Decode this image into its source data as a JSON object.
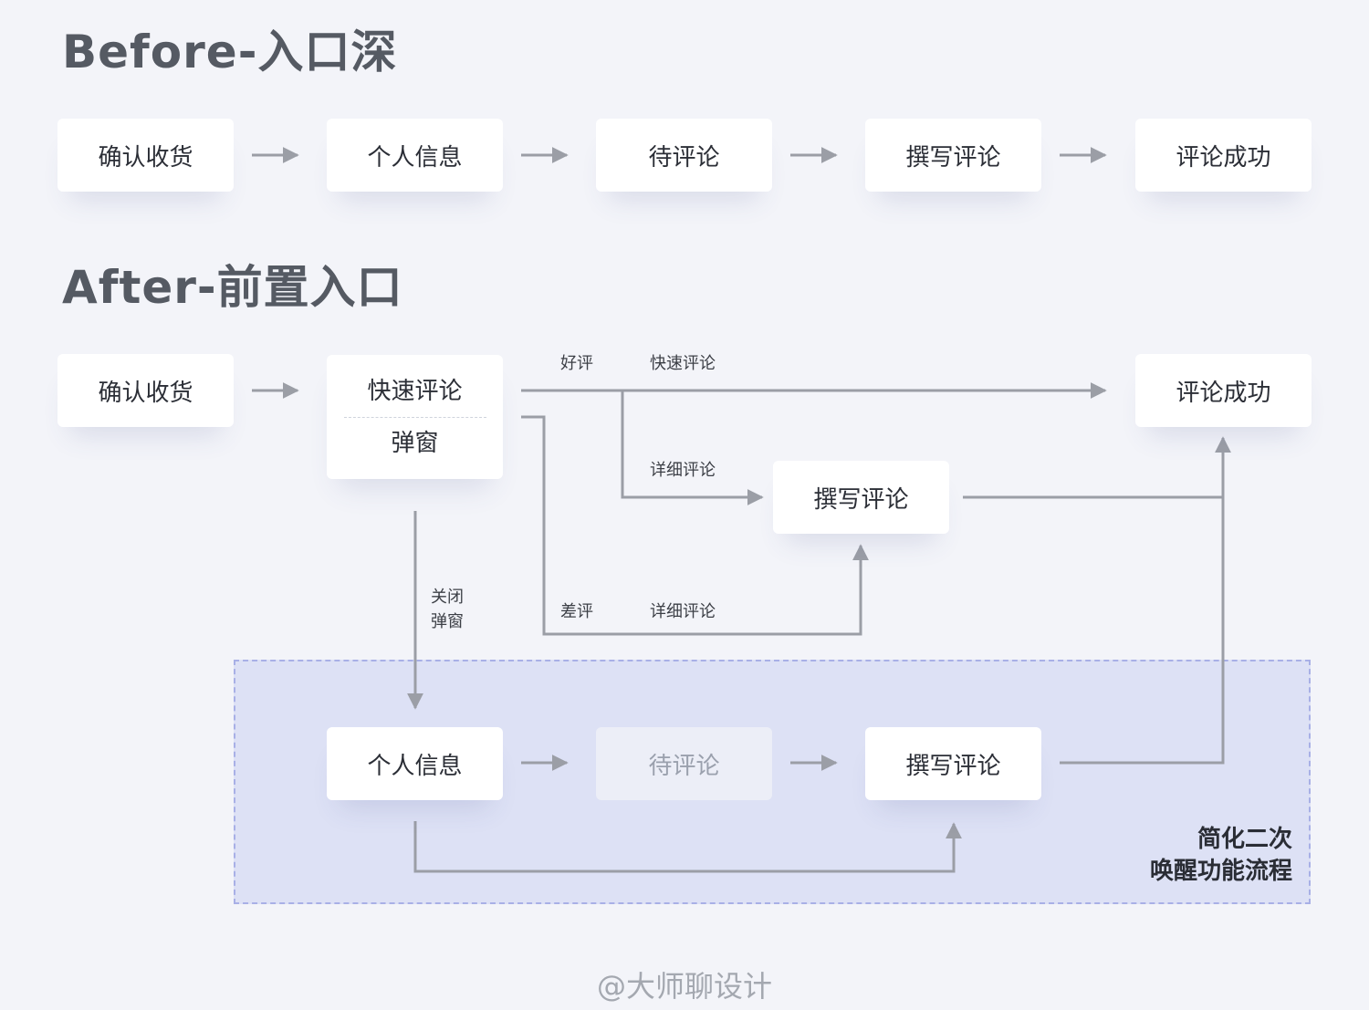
{
  "before": {
    "title": "Before-入口深",
    "steps": [
      "确认收货",
      "个人信息",
      "待评论",
      "撰写评论",
      "评论成功"
    ]
  },
  "after": {
    "title": "After-前置入口",
    "confirm": "确认收货",
    "quick_popup_top": "快速评论",
    "quick_popup_bottom": "弹窗",
    "success": "评论成功",
    "write_mid": "撰写评论",
    "labels": {
      "good": "好评",
      "quick": "快速评论",
      "detail_1": "详细评论",
      "bad": "差评",
      "detail_2": "详细评论",
      "close": "关闭",
      "close_popup": "弹窗"
    },
    "zone": {
      "step_personal": "个人信息",
      "step_pending": "待评论",
      "step_write": "撰写评论",
      "label_line1": "简化二次",
      "label_line2": "唤醒功能流程"
    }
  },
  "watermark": "@大师聊设计",
  "colors": {
    "background": "#f3f4f9",
    "arrow": "#9b9ea6",
    "zone_fill": "#dde1f5",
    "zone_border": "#a8b0e6"
  }
}
